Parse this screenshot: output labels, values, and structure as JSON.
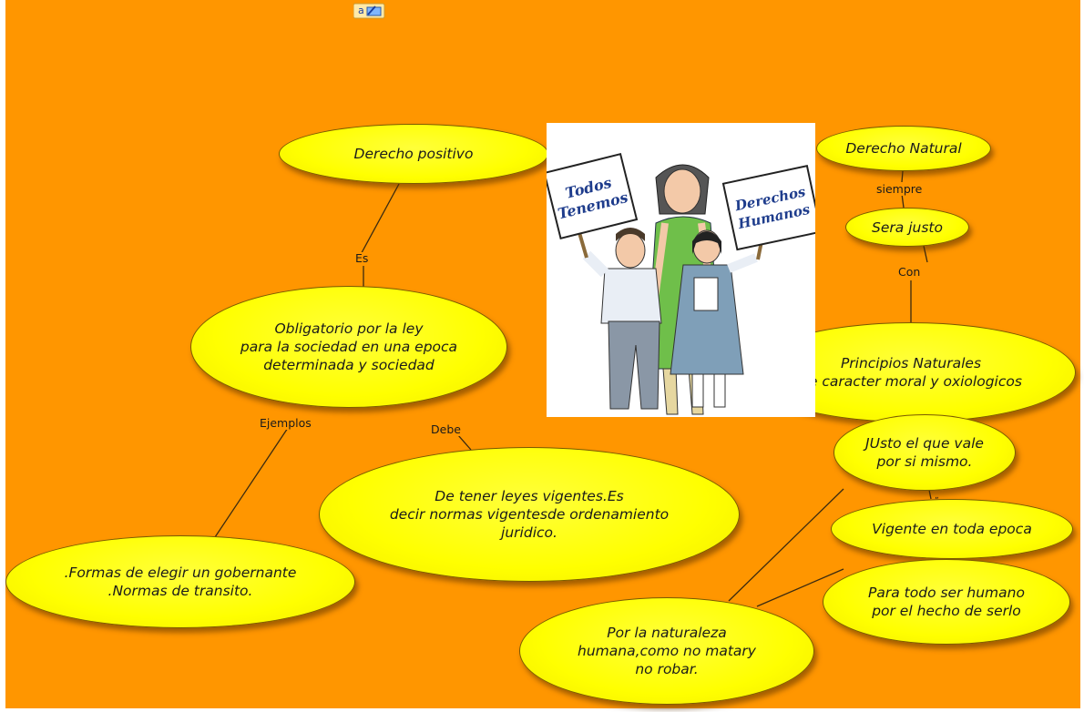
{
  "toolbar": {
    "tool_icon": "text-edit-icon",
    "tool_letter": "a"
  },
  "picture": {
    "subject": "children-with-protest-signs-illustration",
    "sign_left": [
      "Todos",
      "Tenemos"
    ],
    "sign_right": [
      "Derechos",
      "Humanos"
    ]
  },
  "nodes": {
    "derecho_positivo": "Derecho positivo",
    "obligatorio": "Obligatorio por la ley\npara la sociedad en una epoca\ndeterminada y sociedad",
    "formas": ".Formas de elegir un gobernante\n.Normas de transito.",
    "leyes_vigentes": "De tener leyes vigentes.Es\ndecir normas vigentesde ordenamiento\njuridico.",
    "derecho_natural": "Derecho Natural",
    "sera_justo": "Sera justo",
    "principios": "Principios Naturales\nde caracter moral y oxiologicos",
    "justo_vale": "JUsto el que vale\npor si mismo.",
    "vigente": "Vigente en toda epoca",
    "para_todo": "Para todo ser humano\npor el hecho de serlo",
    "naturaleza": "Por la naturaleza\nhumana,como no matary\nno robar."
  },
  "links": {
    "es": "Es",
    "ejemplos": "Ejemplos",
    "debe": "Debe",
    "siempre": "siempre",
    "con": "Con",
    "comma": "„"
  },
  "colors": {
    "background": "#ff9600",
    "node_fill": "#ffff00",
    "line": "#3a2a10"
  }
}
